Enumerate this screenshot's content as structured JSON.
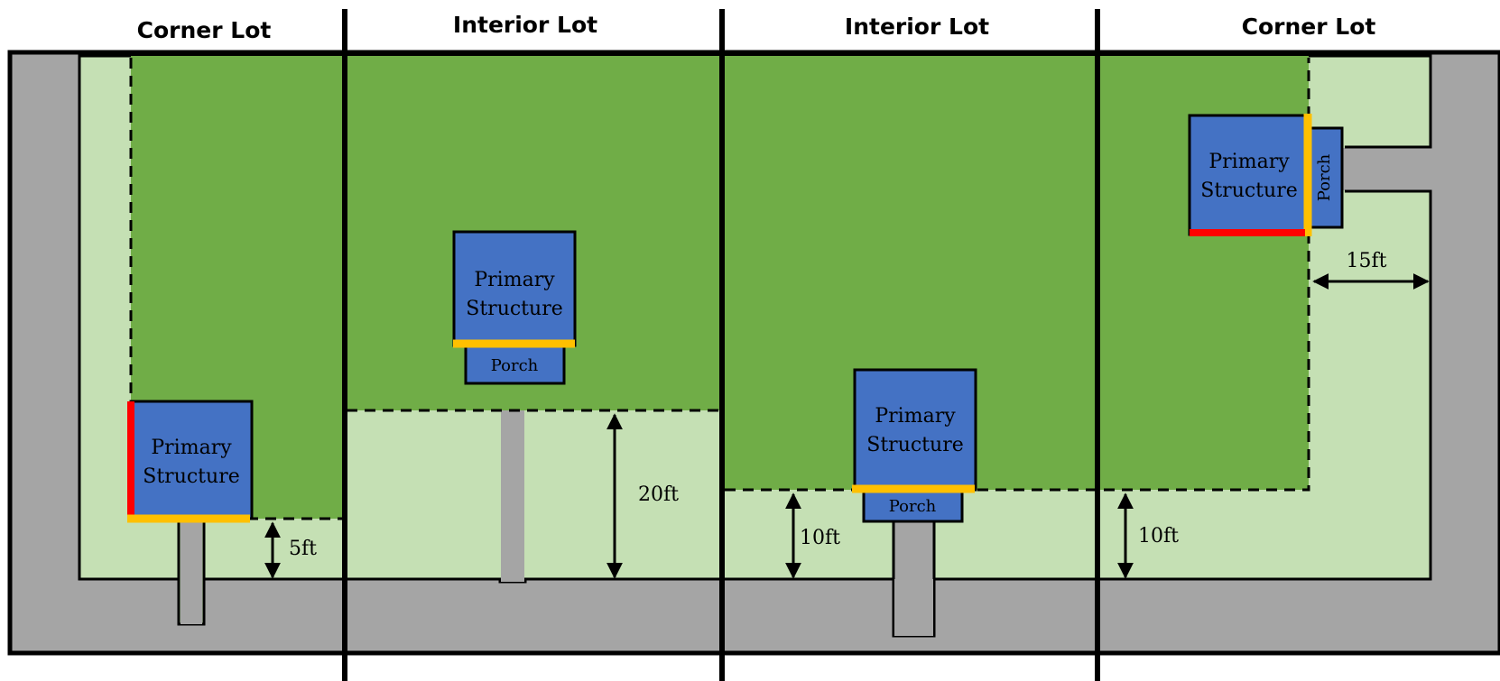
{
  "headers": {
    "lot1": "Corner Lot",
    "lot2": "Interior Lot",
    "lot3": "Interior Lot",
    "lot4": "Corner Lot"
  },
  "structures": {
    "lot1": [
      "Primary",
      "Structure"
    ],
    "lot2": [
      "Primary",
      "Structure"
    ],
    "lot3": [
      "Primary",
      "Structure"
    ],
    "lot4": [
      "Primary",
      "Structure"
    ]
  },
  "porches": {
    "lot2": "Porch",
    "lot3": "Porch",
    "lot4": "Porch"
  },
  "dimensions": {
    "lot1_front": "5ft",
    "lot2_front": "20ft",
    "lot3_front": "10ft",
    "lot4_front": "10ft",
    "lot4_side": "15ft"
  },
  "colors": {
    "street": "#a5a5a5",
    "yard": "#c5e0b4",
    "buildable": "#70ad47",
    "structure": "#4472c4",
    "front_facade": "#ffc000",
    "side_facade": "#ff0000",
    "line": "#000000"
  }
}
